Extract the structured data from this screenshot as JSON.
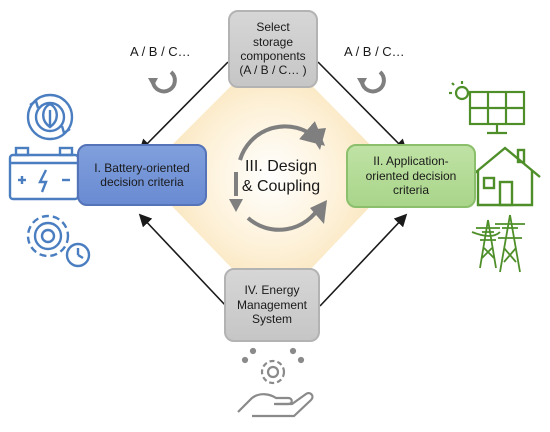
{
  "nodes": {
    "top": "Select\nstorage\ncomponents\n(A / B / C… )",
    "left": "I. Battery-oriented\ndecision criteria",
    "right": "II. Application-\noriented decision\ncriteria",
    "bottom": "IV. Energy\nManagement\nSystem"
  },
  "center_label": "III. Design\n& Coupling",
  "loop_labels": {
    "left": "A / B / C…",
    "right": "A / B / C…"
  },
  "colors": {
    "diamond_fill": "#fbe7bf",
    "arrow": "#1a1a1a",
    "cycle_arrow": "#7f7f7f",
    "battery_icon": "#4a7ec0",
    "renewable_icon": "#4f8f2a",
    "ems_icon": "#8a8a8a"
  },
  "icons": {
    "top_left_loop": "refresh-icon",
    "top_right_loop": "refresh-icon",
    "center": "cycle-arrows-icon",
    "left_top": "recycle-leaf-icon",
    "left_mid": "battery-icon",
    "left_bottom": "gear-clock-icon",
    "right_top": "solar-panel-icon",
    "right_mid": "house-icon",
    "right_bottom": "power-pylons-icon",
    "bottom": "hand-gear-icon"
  }
}
